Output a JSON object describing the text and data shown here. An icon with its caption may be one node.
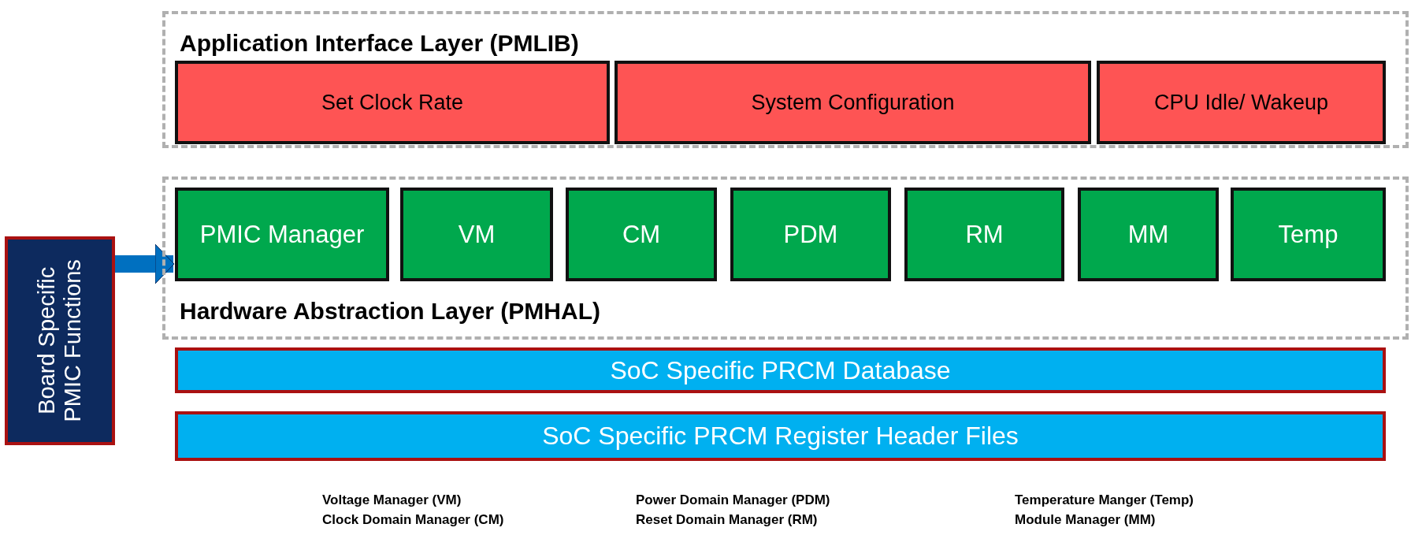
{
  "diagram": {
    "nodes": [
      {
        "text": [
          "Application Interface Layer (PMLIB)"
        ]
      },
      {
        "text": [
          "Set Clock Rate"
        ],
        "in": 0
      },
      {
        "text": [
          "System Configuration"
        ],
        "in": 0
      },
      {
        "text": [
          "CPU Idle/ Wakeup"
        ],
        "in": 0
      },
      {
        "text": [
          "Hardware Abstraction Layer (PMHAL)"
        ]
      },
      {
        "text": [
          "PMIC Manager"
        ],
        "in": 4
      },
      {
        "text": [
          "VM"
        ],
        "in": 4
      },
      {
        "text": [
          "CM"
        ],
        "in": 4
      },
      {
        "text": [
          "PDM"
        ],
        "in": 4
      },
      {
        "text": [
          "RM"
        ],
        "in": 4
      },
      {
        "text": [
          "MM"
        ],
        "in": 4
      },
      {
        "text": [
          "Temp"
        ],
        "in": 4
      },
      {
        "text": [
          "SoC Specific PRCM Database"
        ]
      },
      {
        "text": [
          "SoC Specific PRCM Register Header Files"
        ]
      },
      {
        "text": [
          "Board Specific PMIC Functions"
        ]
      }
    ],
    "edges": [
      {
        "from": 14,
        "to": 5,
        "arrow": "to"
      }
    ],
    "labels": [
      "Voltage Manager (VM)",
      "Power Domain Manager (PDM)",
      "Temperature Manger (Temp)",
      "Clock Domain Manager (CM)",
      "Reset Domain Manager (RM)",
      "Module Manager (MM)"
    ]
  }
}
